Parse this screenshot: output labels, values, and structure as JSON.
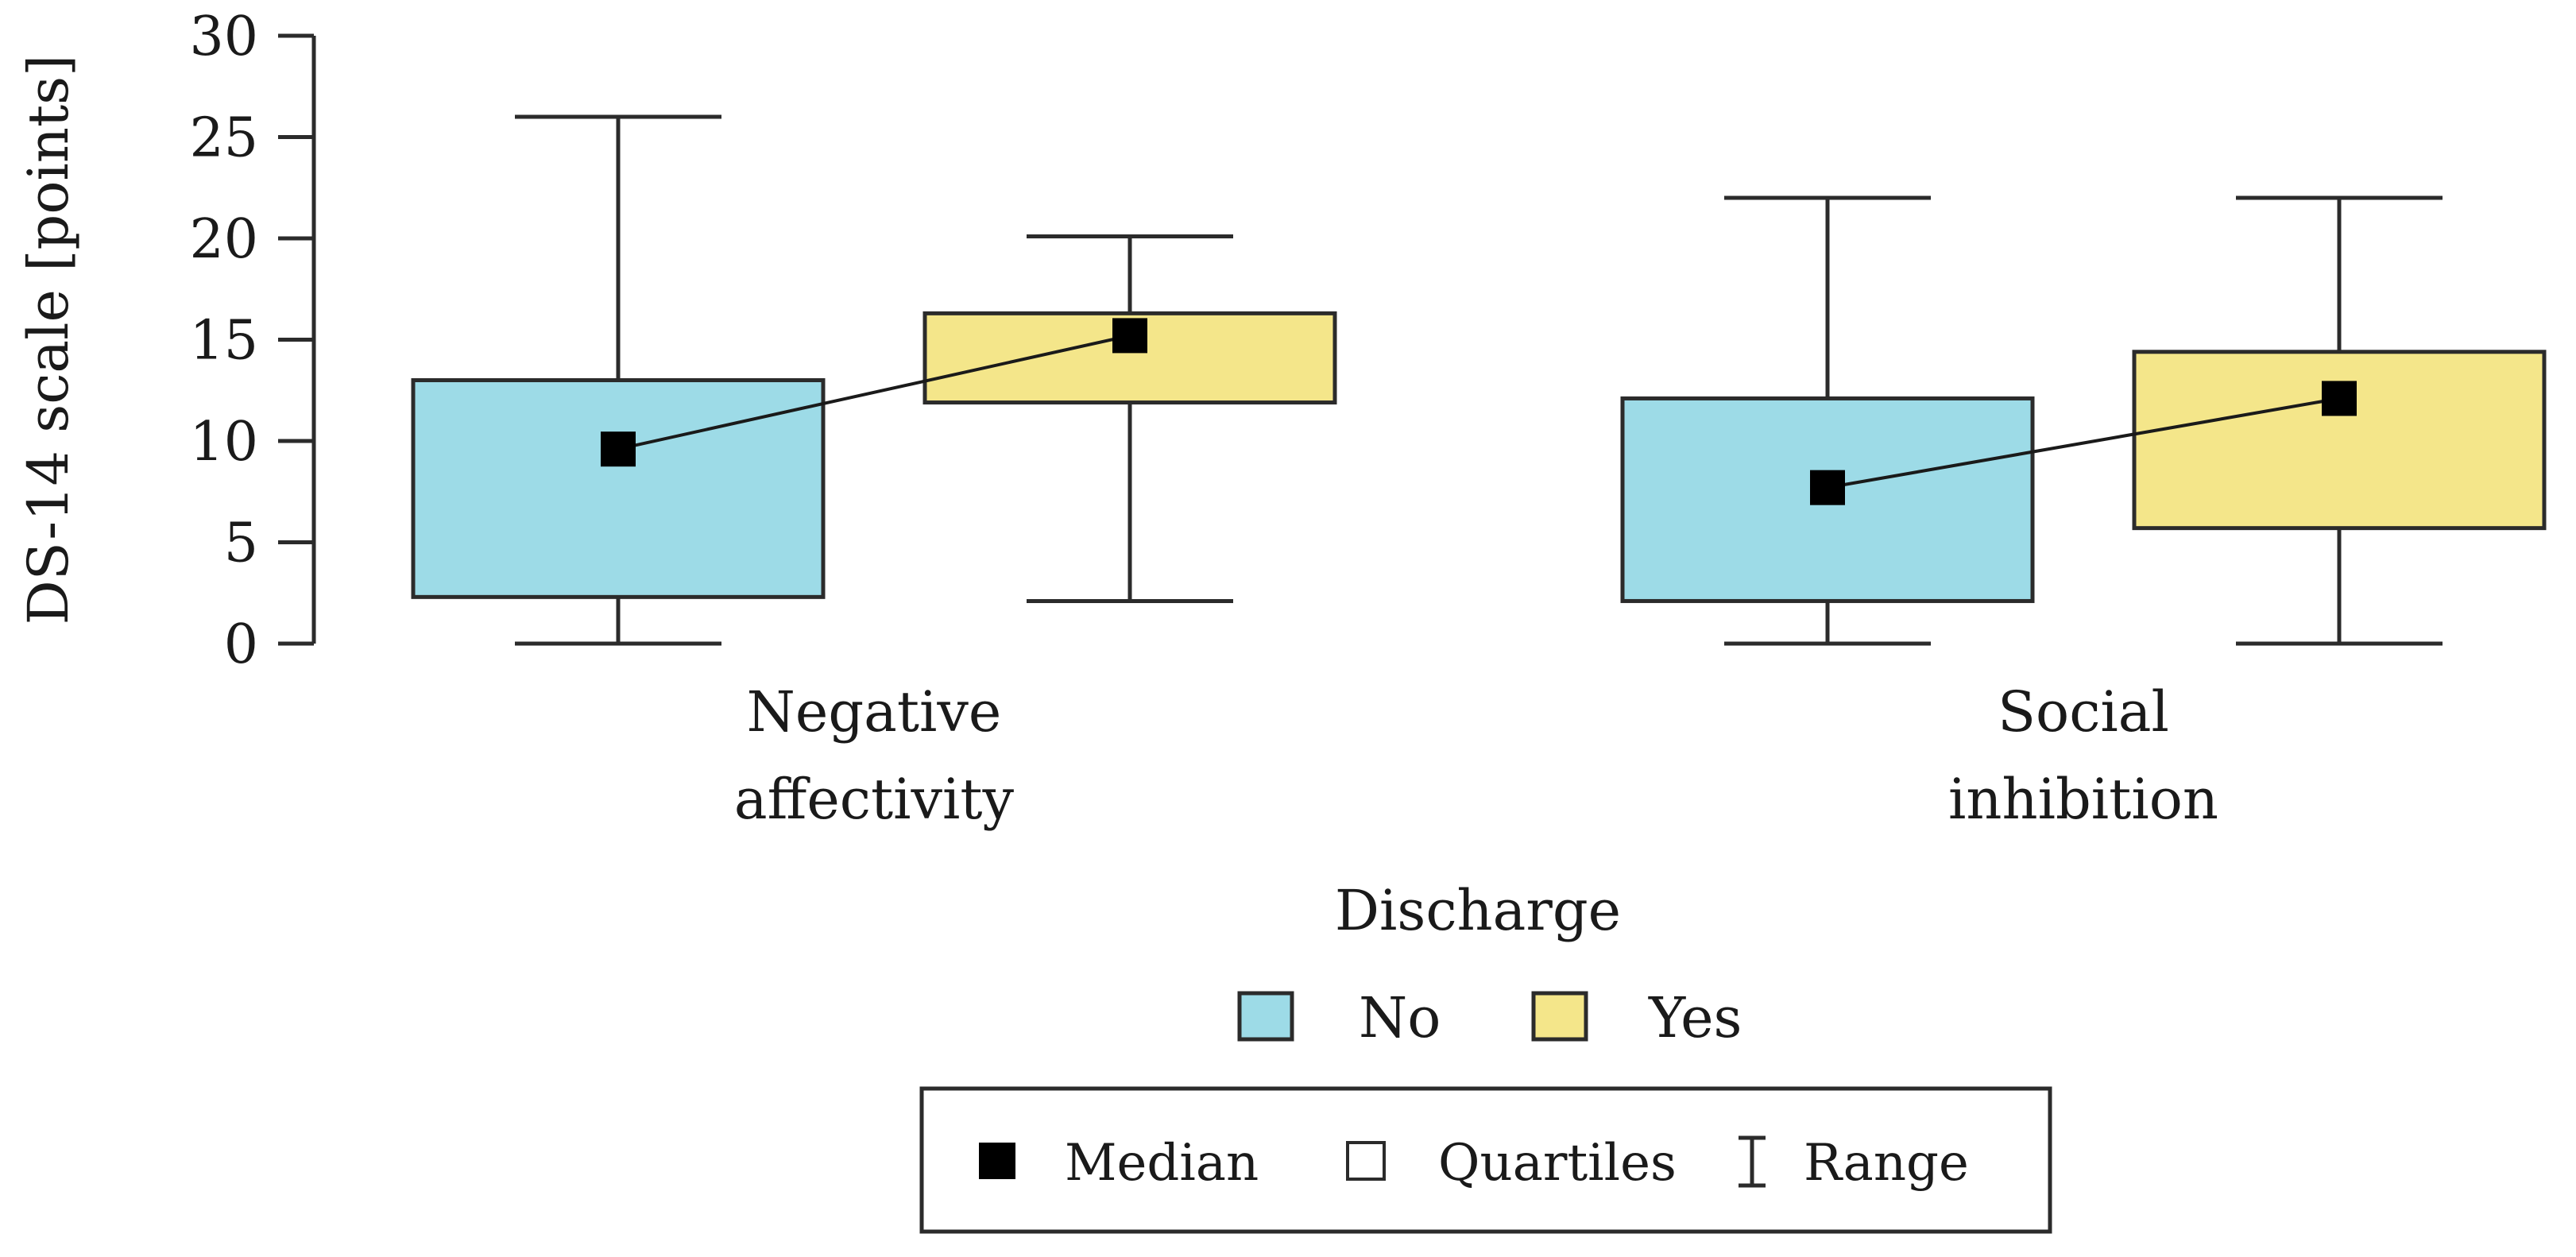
{
  "chart_data": {
    "type": "boxplot",
    "ylabel": "DS-14 scale [points]",
    "ylim": [
      0,
      30
    ],
    "yticks": [
      "0",
      "5",
      "10",
      "15",
      "20",
      "25",
      "30"
    ],
    "categories": [
      "Negative affectivity",
      "Social inhibition"
    ],
    "category_lines": [
      [
        "Negative",
        "affectivity"
      ],
      [
        "Social",
        "inhibition"
      ]
    ],
    "legend_title": "Discharge",
    "series": [
      {
        "name": "No",
        "color": "#9ddbe7",
        "boxes": [
          {
            "min": 0,
            "q1": 2.3,
            "median": 9.6,
            "q3": 13,
            "max": 26
          },
          {
            "min": 0,
            "q1": 2.1,
            "median": 7.7,
            "q3": 12.1,
            "max": 22
          }
        ]
      },
      {
        "name": "Yes",
        "color": "#f4e68a",
        "boxes": [
          {
            "min": 2.1,
            "q1": 11.9,
            "median": 15.2,
            "q3": 16.3,
            "max": 20.1
          },
          {
            "min": 0,
            "q1": 5.7,
            "median": 12.1,
            "q3": 14.4,
            "max": 22
          }
        ]
      }
    ],
    "key": {
      "median": "Median",
      "quartiles": "Quartiles",
      "range": "Range"
    }
  }
}
